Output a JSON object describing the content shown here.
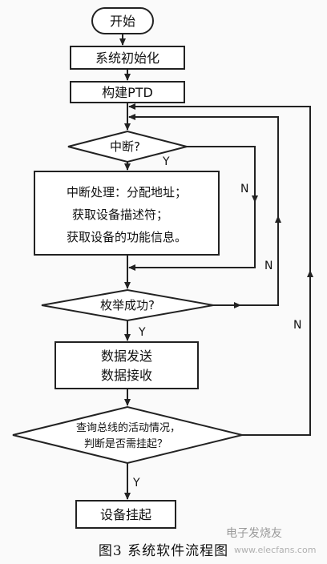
{
  "nodes": {
    "start": "开始",
    "init": "系统初始化",
    "build_ptd": "构建PTD",
    "interrupt_q": "中断?",
    "irq_line1": "中断处理：分配地址；",
    "irq_line2": "获取设备描述符；",
    "irq_line3": "获取设备的功能信息。",
    "enum_q": "枚举成功?",
    "data_line1": "数据发送",
    "data_line2": "数据接收",
    "bus_line1": "查询总线的活动情况，",
    "bus_line2": "判断是否需挂起？",
    "suspend": "设备挂起"
  },
  "labels": {
    "y_interrupt": "Y",
    "n_interrupt": "N",
    "n_enum": "N",
    "y_enum": "Y",
    "n_bus": "N",
    "y_bus": "Y"
  },
  "caption": "图3  系统软件流程图",
  "watermark": "电子发烧友",
  "watermark_url": "www.elecfans.com"
}
